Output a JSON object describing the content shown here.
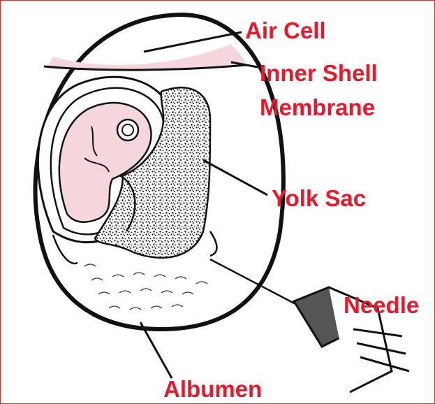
{
  "labels": {
    "air_cell": "Air Cell",
    "inner_shell_line1": "Inner Shell",
    "inner_shell_line2": "Membrane",
    "yolk_sac": "Yolk Sac",
    "needle": "Needle",
    "albumen": "Albumen"
  },
  "colors": {
    "label": "#e8192c",
    "frame": "#c0392b",
    "embryo": "#f4d6dc",
    "air_cell": "#f4d6dc",
    "outline": "#111111"
  }
}
